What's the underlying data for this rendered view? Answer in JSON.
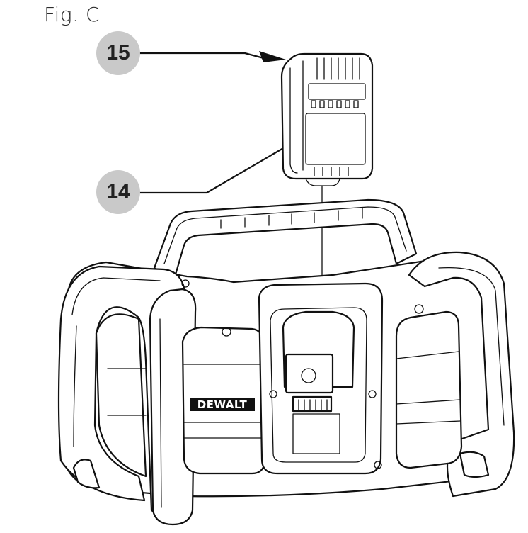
{
  "figure": {
    "title": "Fig. C"
  },
  "callouts": {
    "battery_label": "15",
    "latch_label": "14"
  },
  "product": {
    "brand": "DEWALT"
  },
  "colors": {
    "callout_fill": "#c9c9c9",
    "line": "#111111",
    "background": "#ffffff"
  }
}
